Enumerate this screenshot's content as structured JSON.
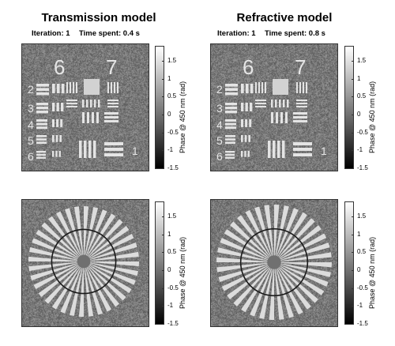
{
  "titles": {
    "left": "Transmission model",
    "right": "Refractive model"
  },
  "subtitles": {
    "left_iteration": "Iteration: 1",
    "left_time": "Time spent: 0.4 s",
    "right_iteration": "Iteration: 1",
    "right_time": "Time spent: 0.8 s"
  },
  "colorbar": {
    "label": "Phase @ 450 nm (rad)",
    "ticks": [
      "1.5",
      "1",
      "0.5",
      "0",
      "-0.5",
      "-1",
      "-1.5"
    ],
    "tick_values": [
      1.5,
      1,
      0.5,
      0,
      -0.5,
      -1,
      -1.5
    ],
    "range": [
      -1.5,
      1.9
    ]
  },
  "target_numbers": [
    "6",
    "7",
    "2",
    "3",
    "4",
    "5",
    "6",
    "1"
  ],
  "colors": {
    "background": "#ffffff",
    "image_mid_gray": "#8a8a8a"
  }
}
